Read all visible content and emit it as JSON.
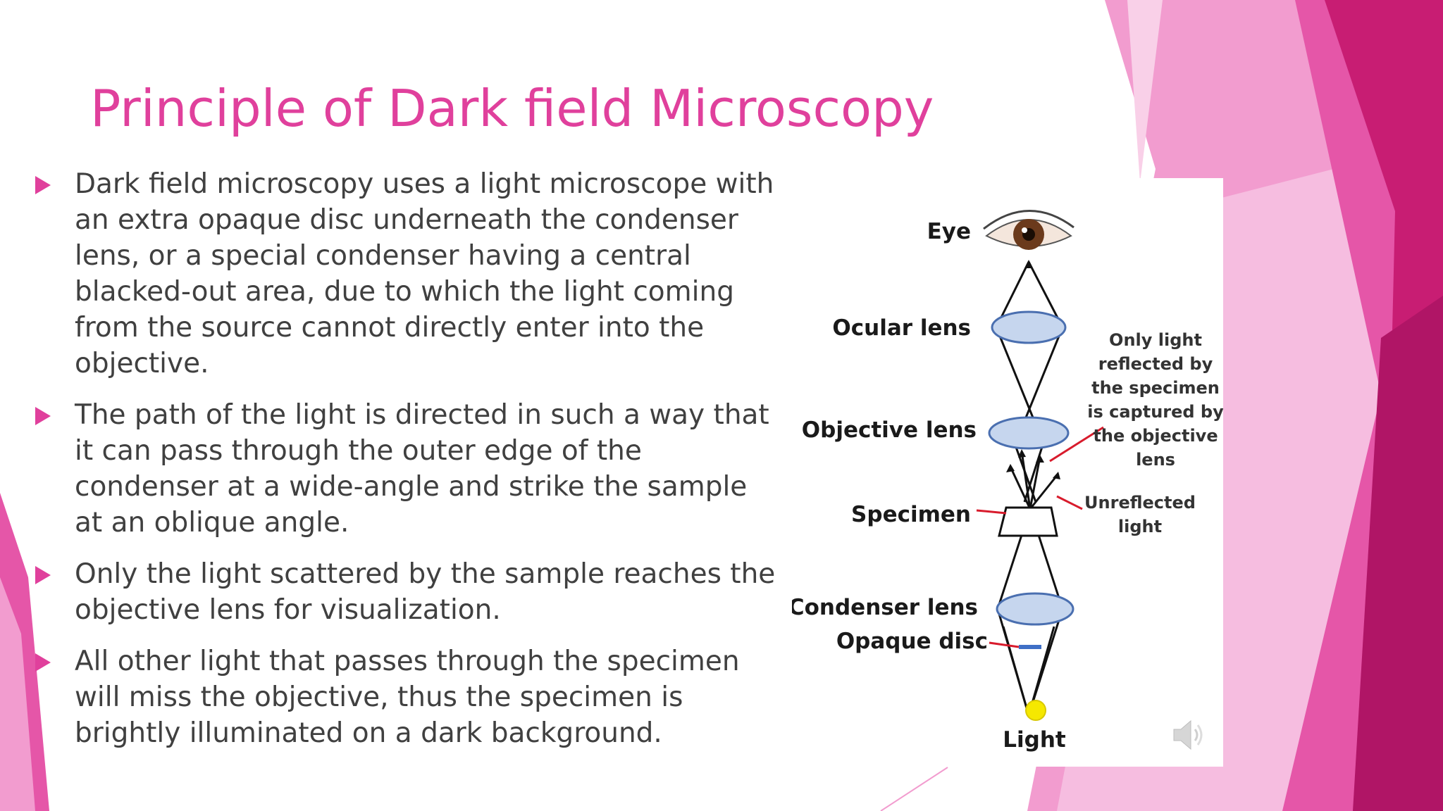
{
  "slide": {
    "title": "Principle of Dark field Microscopy",
    "accent_color": "#e0409c",
    "bullets": [
      "Dark field microscopy uses a light microscope with an extra opaque disc underneath the condenser lens, or a special condenser having a central blacked-out area, due to which the light coming from the source cannot directly enter into the objective.",
      "The path of the light is directed in such a way that it can pass through the outer edge of the condenser at a wide-angle and strike the sample at an oblique angle.",
      "Only the light scattered by the sample reaches the objective lens for visualization.",
      "All other light that passes through the specimen will miss the objective, thus the specimen is brightly illuminated on a dark background."
    ]
  },
  "figure": {
    "labels": {
      "eye": "Eye",
      "ocular": "Ocular lens",
      "objective": "Objective lens",
      "specimen": "Specimen",
      "condenser": "Condenser lens",
      "opaque": "Opaque disc",
      "light": "Light"
    },
    "note_reflected": [
      "Only light",
      "reflected by",
      "the specimen",
      "is captured by",
      "the objective",
      "lens"
    ],
    "note_unreflected": [
      "Unreflected",
      "light"
    ]
  },
  "icons": {
    "audio": "speaker-icon",
    "bullet": "triangle-right-icon"
  }
}
